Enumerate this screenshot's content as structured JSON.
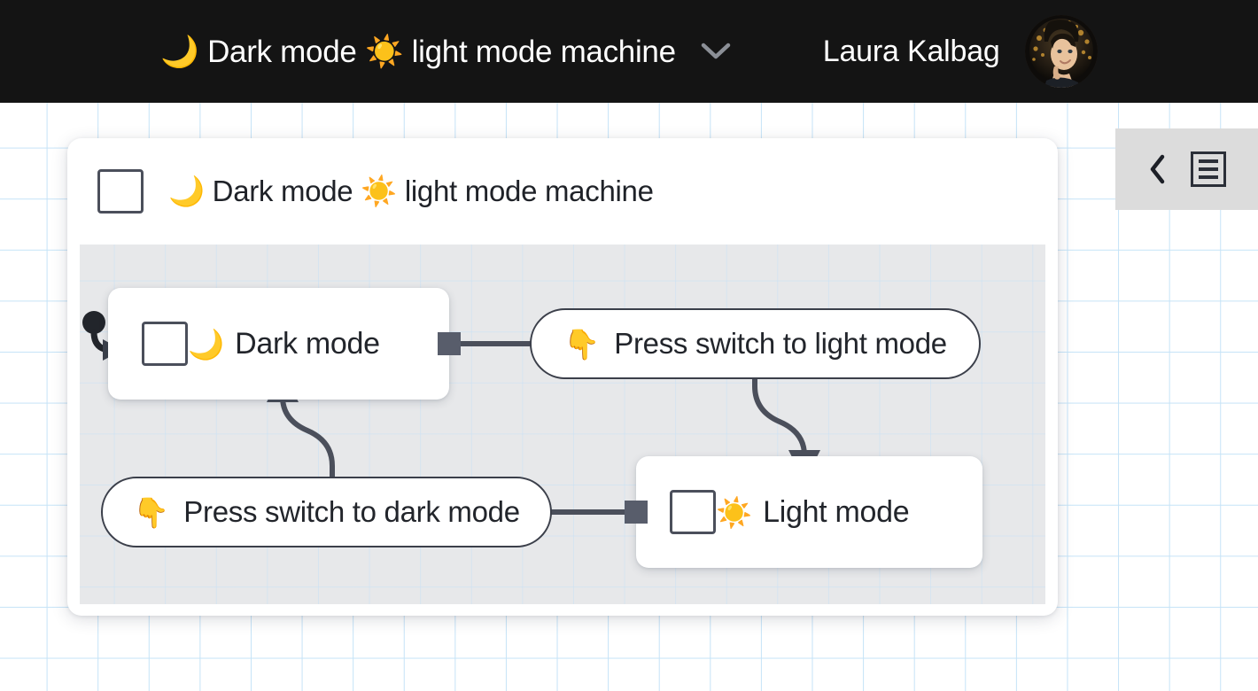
{
  "topbar": {
    "title": "🌙 Dark mode ☀️ light mode machine",
    "chevron_icon": "chevron-down-icon",
    "user_name": "Laura Kalbag",
    "avatar_alt": "Laura Kalbag avatar",
    "background_color": "#141414",
    "text_color": "#ffffff"
  },
  "canvas": {
    "grid_color": "#c5e3f7",
    "background_color": "#ffffff"
  },
  "machine": {
    "icon": "state-node-icon",
    "title": "🌙 Dark mode ☀️ light mode machine",
    "body_background": "#e7e8ea",
    "nodes": [
      {
        "id": "dark-mode",
        "type": "state",
        "icon": "state-node-icon",
        "emoji": "🌙",
        "label": "Dark mode",
        "initial": true
      },
      {
        "id": "press-switch-to-light",
        "type": "event",
        "emoji": "👇",
        "label": "Press switch to light mode"
      },
      {
        "id": "light-mode",
        "type": "state",
        "icon": "state-node-icon",
        "emoji": "☀️",
        "label": "Light mode",
        "initial": false
      },
      {
        "id": "press-switch-to-dark",
        "type": "event",
        "emoji": "👇",
        "label": "Press switch to dark mode"
      }
    ],
    "edges": [
      {
        "from": "dark-mode",
        "to": "press-switch-to-light"
      },
      {
        "from": "press-switch-to-light",
        "to": "light-mode"
      },
      {
        "from": "light-mode",
        "to": "press-switch-to-dark"
      },
      {
        "from": "press-switch-to-dark",
        "to": "dark-mode"
      }
    ],
    "edge_color": "#4b4f5b",
    "port_color": "#585d6b"
  },
  "panel_toggle": {
    "collapse_icon": "chevron-left-icon",
    "menu_icon": "hamburger-menu-icon",
    "background_color": "#dcdcdc"
  }
}
